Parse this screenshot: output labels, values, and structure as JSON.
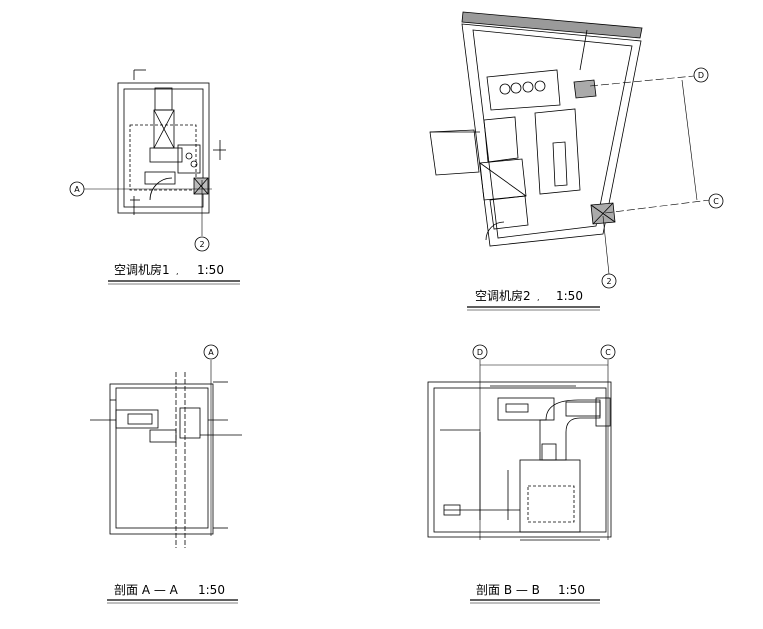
{
  "drawings": [
    {
      "id": "plan1",
      "title": "空调机房1",
      "scale": "1:50",
      "axis_left": "A",
      "axis_bottom": "2"
    },
    {
      "id": "plan2",
      "title": "空调机房2",
      "scale": "1:50",
      "axis_top": "D",
      "axis_right": "C",
      "axis_bottom": "2"
    },
    {
      "id": "sectionA",
      "title": "剖面 A — A",
      "scale": "1:50",
      "axis_top": "A"
    },
    {
      "id": "sectionB",
      "title": "剖面 B — B",
      "scale": "1:50",
      "axis_left": "D",
      "axis_right": "C"
    }
  ],
  "colors": {
    "line": "#000000",
    "hatch": "#444444",
    "wall_fill": "#808080",
    "background": "#ffffff"
  }
}
